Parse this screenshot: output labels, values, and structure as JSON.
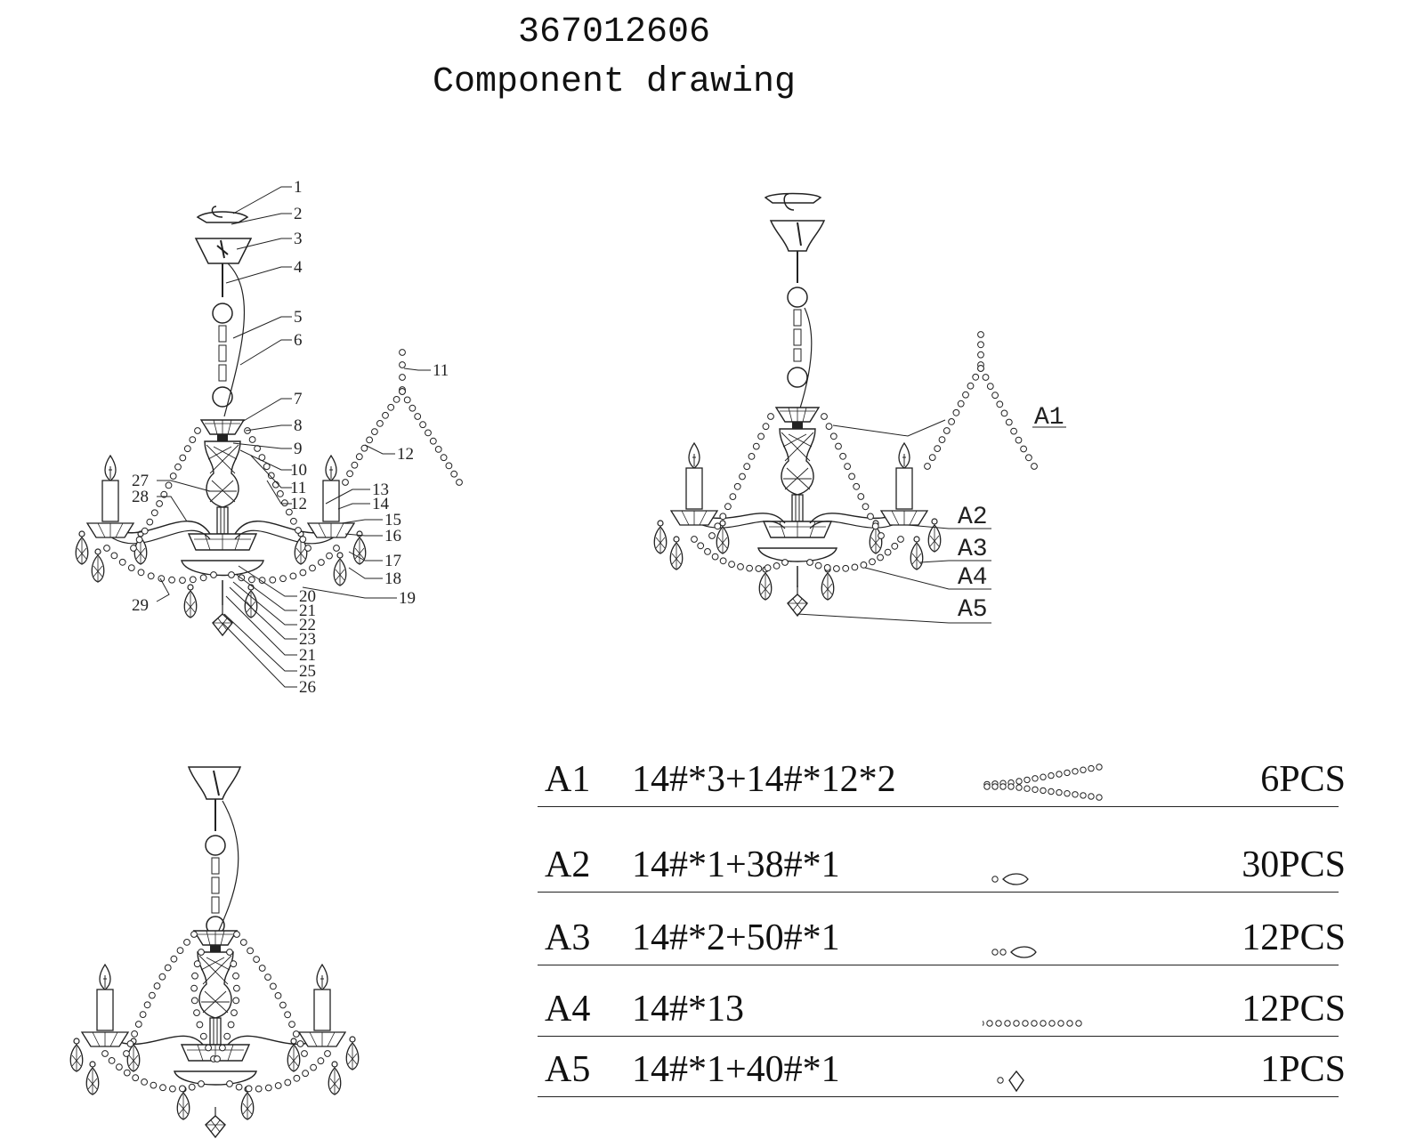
{
  "header": {
    "model": "367012606",
    "subtitle": "Component drawing"
  },
  "callouts": [
    "1",
    "2",
    "3",
    "4",
    "5",
    "6",
    "7",
    "8",
    "9",
    "10",
    "11",
    "12",
    "13",
    "14",
    "15",
    "16",
    "17",
    "18",
    "19",
    "20",
    "21",
    "22",
    "23",
    "21",
    "25",
    "26",
    "27",
    "28",
    "29",
    "11",
    "12"
  ],
  "assembly_labels": [
    "A1",
    "A2",
    "A3",
    "A4",
    "A5"
  ],
  "parts": [
    {
      "code": "A1",
      "spec": "14#*3+14#*12*2",
      "qty": "6PCS",
      "icon": "bead-v-chain-icon"
    },
    {
      "code": "A2",
      "spec": "14#*1+38#*1",
      "qty": "30PCS",
      "icon": "bead-drop-icon"
    },
    {
      "code": "A3",
      "spec": "14#*2+50#*1",
      "qty": "12PCS",
      "icon": "double-bead-drop-icon"
    },
    {
      "code": "A4",
      "spec": "14#*13",
      "qty": "12PCS",
      "icon": "bead-string-icon"
    },
    {
      "code": "A5",
      "spec": "14#*1+40#*1",
      "qty": "1PCS",
      "icon": "bead-ball-icon"
    }
  ]
}
